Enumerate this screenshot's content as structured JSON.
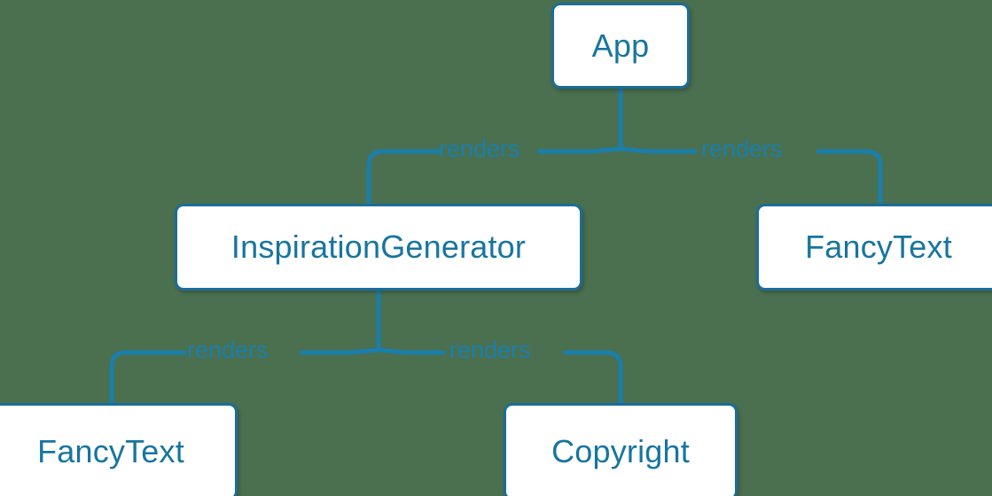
{
  "diagram": {
    "type": "component-tree",
    "background_color": "#4a7050",
    "node_fill_color": "#ffffff",
    "node_border_color": "#1a6d99",
    "node_text_color": "#17759f",
    "edge_color": "#1b7eab",
    "edge_label_color": "#1b7eab",
    "nodes": [
      {
        "id": "app",
        "label": "App"
      },
      {
        "id": "inspgen",
        "label": "InspirationGenerator"
      },
      {
        "id": "fancy_right",
        "label": "FancyText"
      },
      {
        "id": "fancy_bottom",
        "label": "FancyText"
      },
      {
        "id": "copyright",
        "label": "Copyright"
      }
    ],
    "edges": [
      {
        "from": "app",
        "to": "inspgen",
        "label": "renders"
      },
      {
        "from": "app",
        "to": "fancy_right",
        "label": "renders"
      },
      {
        "from": "inspgen",
        "to": "fancy_bottom",
        "label": "renders"
      },
      {
        "from": "inspgen",
        "to": "copyright",
        "label": "renders"
      }
    ]
  }
}
